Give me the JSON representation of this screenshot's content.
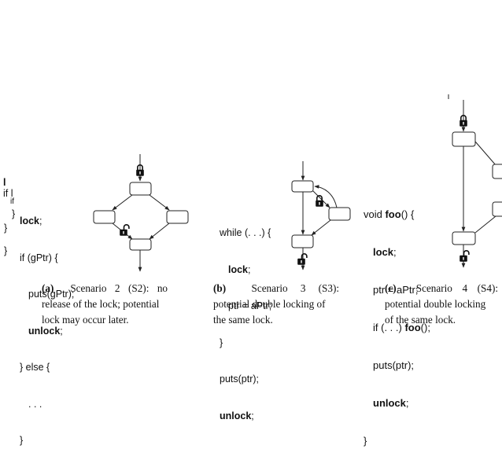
{
  "panel_a": {
    "ghost_lines": [
      "l",
      "if l",
      "if"
    ],
    "code": [
      {
        "text": "lock",
        "suffix": ";",
        "bold": true,
        "indent": 0
      },
      {
        "text": "if (gPtr) {",
        "suffix": "",
        "bold": false,
        "indent": 0
      },
      {
        "text": "puts(gPtr);",
        "suffix": "",
        "bold": false,
        "indent": 1
      },
      {
        "text": "unlock",
        "suffix": ";",
        "bold": true,
        "indent": 1
      },
      {
        "text": "} else {",
        "suffix": "",
        "bold": false,
        "indent": 0
      },
      {
        "text": ". . .",
        "suffix": "",
        "bold": false,
        "indent": 1
      },
      {
        "text": "}",
        "suffix": "",
        "bold": false,
        "indent": 0
      }
    ],
    "stray_braces": [
      "}",
      "}",
      "}"
    ],
    "caption_tag": "(a)",
    "caption_lines": [
      "Scenario 2 (S2): no",
      "release of the lock; potential",
      "lock may occur later."
    ]
  },
  "panel_b": {
    "code": [
      {
        "text": "while (. . .) {",
        "suffix": "",
        "bold": false,
        "indent": 0
      },
      {
        "text": "lock",
        "suffix": ";",
        "bold": true,
        "indent": 1
      },
      {
        "text": "ptr = aPtr;",
        "suffix": "",
        "bold": false,
        "indent": 1
      },
      {
        "text": "}",
        "suffix": "",
        "bold": false,
        "indent": 0
      },
      {
        "text": "puts(ptr);",
        "suffix": "",
        "bold": false,
        "indent": 0
      },
      {
        "text": "unlock",
        "suffix": ";",
        "bold": true,
        "indent": 0
      }
    ],
    "caption_tag": "(b)",
    "caption_lines": [
      "Scenario 3 (S3):",
      "potential double locking of",
      "the same lock."
    ]
  },
  "panel_c": {
    "code": [
      {
        "text": "void ",
        "bold_part": "foo",
        "rest": "() {",
        "indent": 0
      },
      {
        "text": "",
        "bold_part": "lock",
        "rest": ";",
        "indent": 1
      },
      {
        "text": "ptr = aPtr;",
        "bold_part": "",
        "rest": "",
        "indent": 1
      },
      {
        "text": "if (. . .) ",
        "bold_part": "foo",
        "rest": "();",
        "indent": 1
      },
      {
        "text": "puts(ptr);",
        "bold_part": "",
        "rest": "",
        "indent": 1
      },
      {
        "text": "",
        "bold_part": "unlock",
        "rest": ";",
        "indent": 1
      },
      {
        "text": "}",
        "bold_part": "",
        "rest": "",
        "indent": 0
      }
    ],
    "caption_tag": "(c)",
    "caption_lines": [
      "Scenario 4 (S4):",
      "potential double locking",
      "of the same lock."
    ]
  },
  "icons": {
    "locked": "padlock-closed-icon",
    "unlocked": "padlock-open-icon"
  },
  "colors": {
    "ink": "#111111",
    "background": "#ffffff"
  }
}
